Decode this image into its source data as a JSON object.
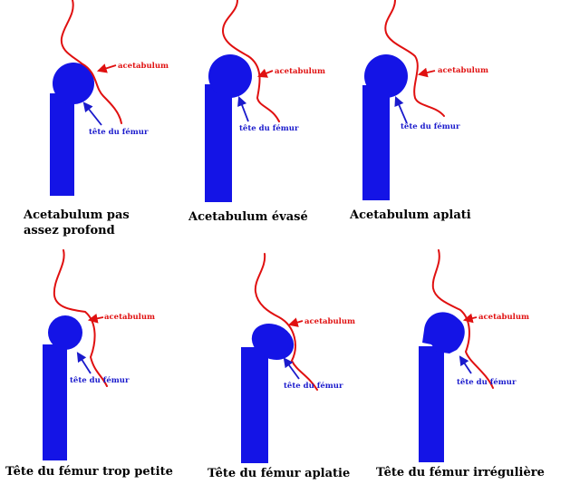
{
  "labels": {
    "acetabulum": "acetabulum",
    "head": "tête du fémur"
  },
  "colors": {
    "bone": "#1414e6",
    "acetabulum_line": "#e01010",
    "head_label": "#1a1acc",
    "caption": "#000000"
  },
  "panels": [
    {
      "caption_lines": [
        "Acetabulum pas",
        "assez profond"
      ]
    },
    {
      "caption_lines": [
        "Acetabulum évasé"
      ]
    },
    {
      "caption_lines": [
        "Acetabulum aplati"
      ]
    },
    {
      "caption_lines": [
        "Tête du fémur trop petite"
      ]
    },
    {
      "caption_lines": [
        "Tête du fémur aplatie"
      ]
    },
    {
      "caption_lines": [
        "Tête du fémur irrégulière"
      ]
    }
  ]
}
